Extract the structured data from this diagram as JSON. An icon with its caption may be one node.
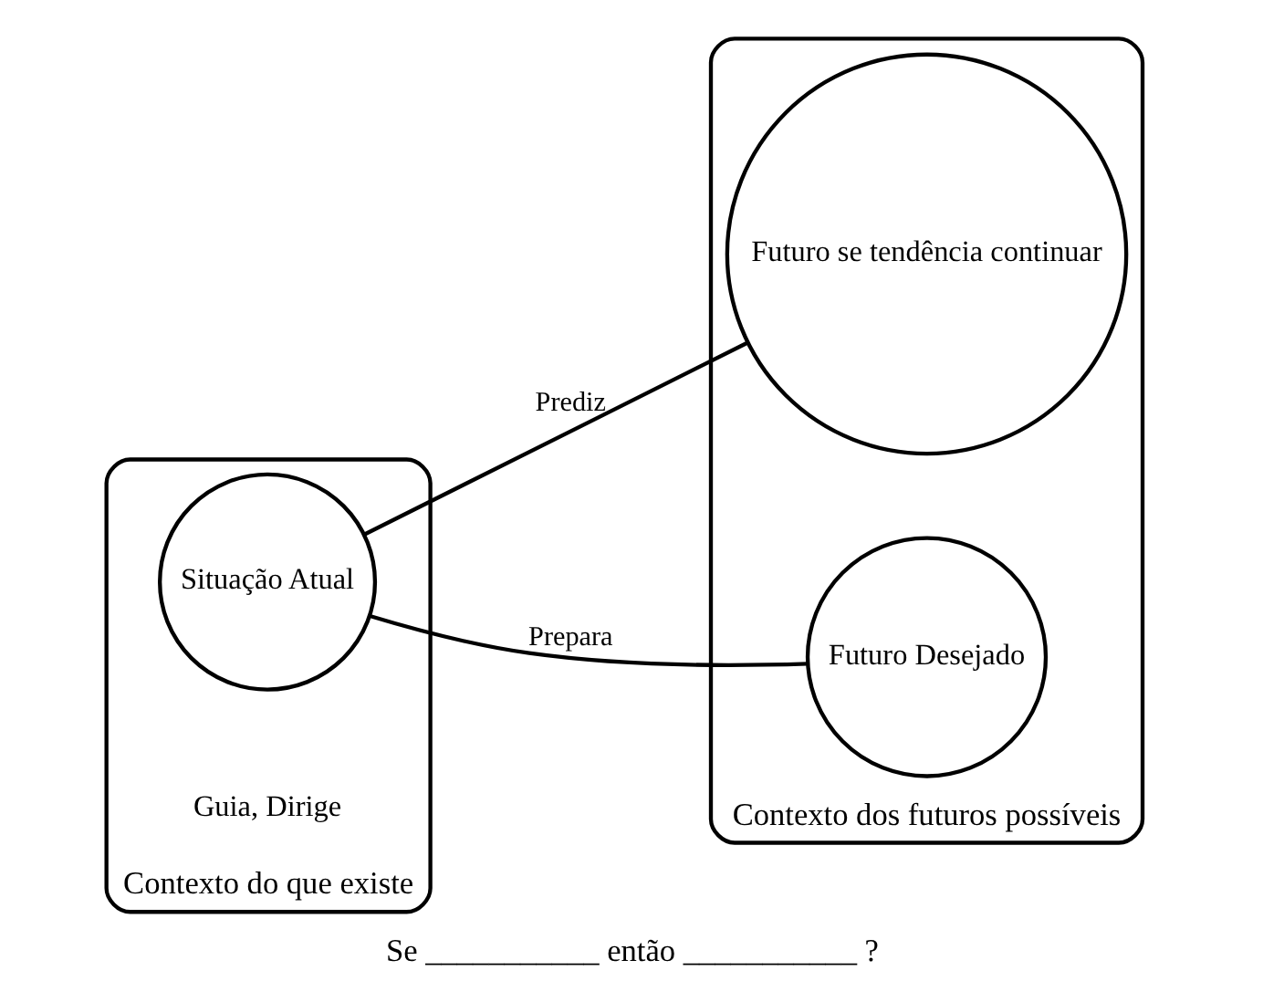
{
  "diagram": {
    "caption": "Se ___________ então ___________ ?",
    "nodes": [
      {
        "text": [
          "Contexto do que existe"
        ]
      },
      {
        "text": [
          "Situação Atual"
        ],
        "in": 0
      },
      {
        "text": [
          "Contexto dos futuros possíveis"
        ]
      },
      {
        "text": [
          "Futuro se tendência continuar"
        ],
        "in": 2
      },
      {
        "text": [
          "Futuro Desejado"
        ],
        "in": 2
      }
    ],
    "edges": [
      {
        "from": 1,
        "to": 3,
        "arrow": "none",
        "label": "Prediz"
      },
      {
        "from": 1,
        "to": 4,
        "arrow": "none",
        "label": "Prepara"
      }
    ],
    "labels": [
      "Guia, Dirige"
    ]
  }
}
